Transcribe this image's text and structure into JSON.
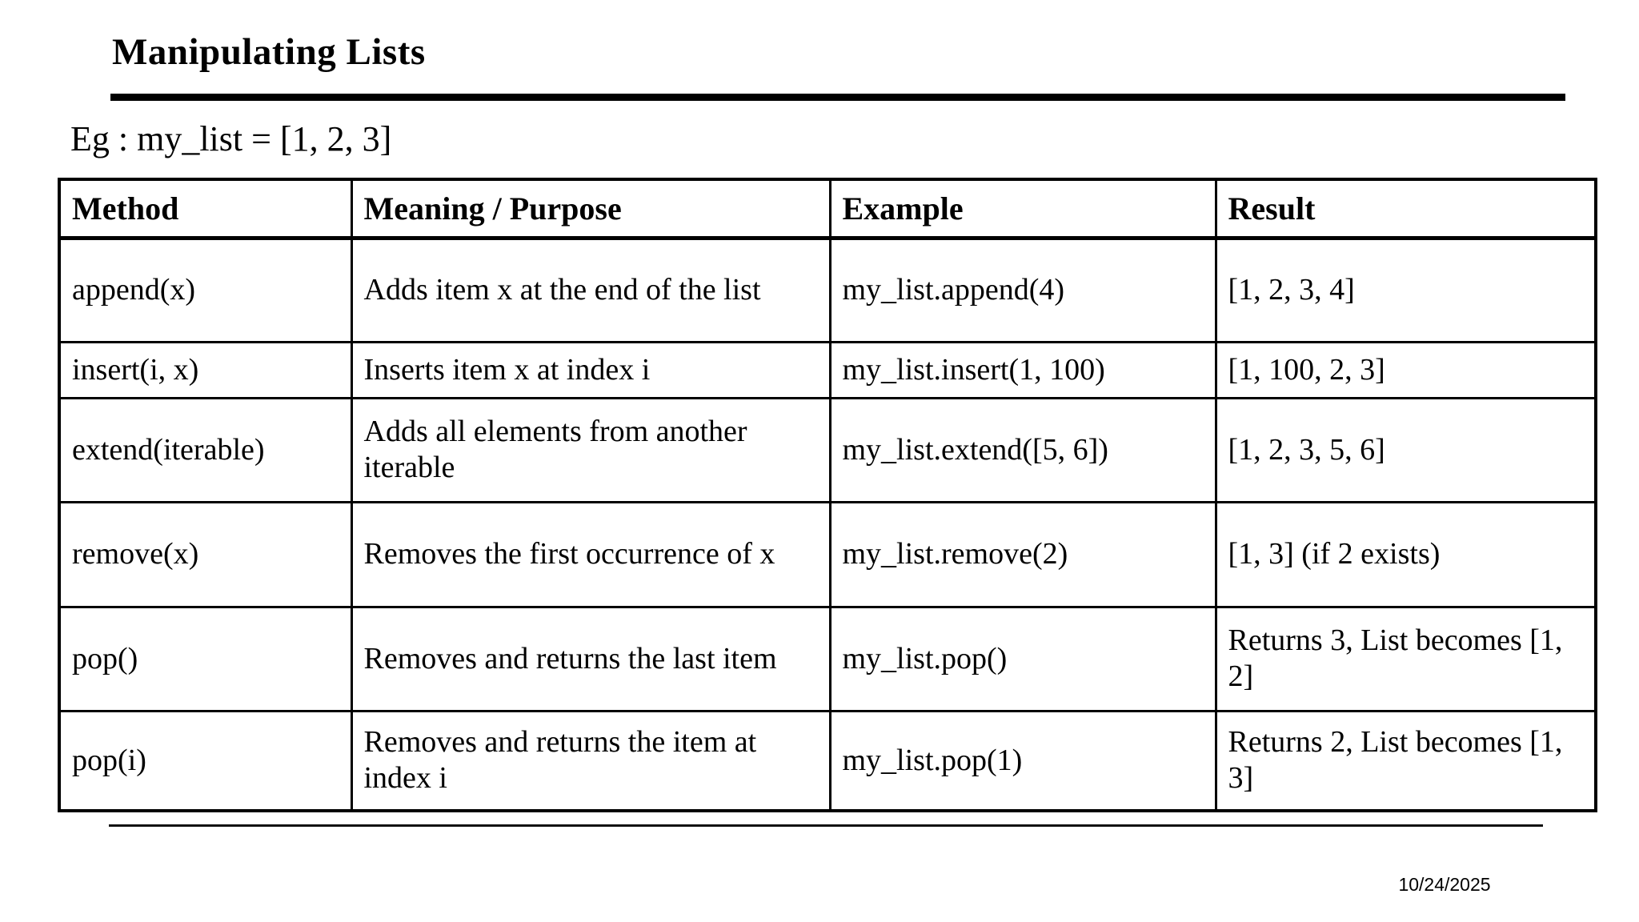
{
  "slide": {
    "title": "Manipulating Lists",
    "example_intro": "Eg : my_list = [1, 2, 3]",
    "date": "10/24/2025",
    "colors": {
      "background": "#ffffff",
      "text": "#000000",
      "rule": "#000000"
    }
  },
  "table": {
    "headers": [
      "Method",
      "Meaning / Purpose",
      "Example",
      "Result"
    ],
    "rows": [
      [
        "append(x)",
        "Adds item x at the end of the list",
        "my_list.append(4)",
        "[1, 2, 3, 4]"
      ],
      [
        "insert(i, x)",
        "Inserts item x at index i",
        "my_list.insert(1, 100)",
        "[1, 100, 2, 3]"
      ],
      [
        "extend(iterable)",
        "Adds all elements from another iterable",
        "my_list.extend([5, 6])",
        "[1, 2, 3, 5, 6]"
      ],
      [
        "remove(x)",
        "Removes the first occurrence of x",
        "my_list.remove(2)",
        "[1, 3] (if 2 exists)"
      ],
      [
        "pop()",
        "Removes and returns the last item",
        "my_list.pop()",
        "Returns 3, List becomes [1, 2]"
      ],
      [
        "pop(i)",
        "Removes and returns the item at index i",
        "my_list.pop(1)",
        "Returns 2, List becomes [1, 3]"
      ]
    ]
  }
}
